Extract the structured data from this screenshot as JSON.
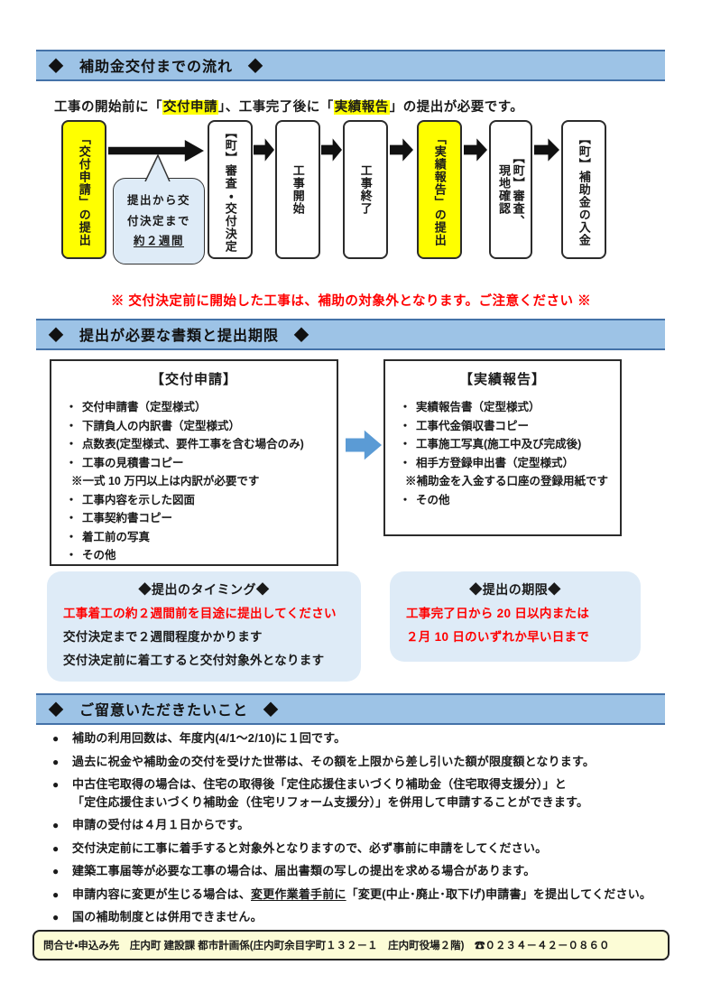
{
  "sections": {
    "flow_title": "◆　補助金交付までの流れ　◆",
    "documents_title": "◆　提出が必要な書類と提出期限　◆",
    "notes_title": "◆　ご留意いただきたいこと　◆"
  },
  "intro": {
    "pre": "工事の開始前に「",
    "highlight1": "交付申請",
    "mid": "」、工事完了後に「",
    "highlight2": "実績報告",
    "post": "」の提出が必要です。"
  },
  "flow": {
    "steps": [
      {
        "label": "「交付申請」の提出",
        "highlight": true
      },
      {
        "label": "【町】審査・交付決定",
        "highlight": false
      },
      {
        "label": "工事開始",
        "highlight": false
      },
      {
        "label": "工事終了",
        "highlight": false
      },
      {
        "label": "「実績報告」の提出",
        "highlight": true
      },
      {
        "label": "【町】審査、\n現地確認",
        "highlight": false
      },
      {
        "label": "【町】補助金の入金",
        "highlight": false
      }
    ],
    "callout": {
      "line1": "提出から交",
      "line2": "付決定まで",
      "line3": "約２週間"
    }
  },
  "warning": "※ 交付決定前に開始した工事は、補助の対象外となります。ご注意ください ※",
  "documents": {
    "application": {
      "title": "【交付申請】",
      "items": [
        {
          "marker": "・",
          "text": "交付申請書（定型様式）"
        },
        {
          "marker": "・",
          "text": "下請負人の内訳書（定型様式）"
        },
        {
          "marker": "・",
          "text": "点数表(定型様式、要件工事を含む場合のみ)"
        },
        {
          "marker": "・",
          "text": "工事の見積書コピー"
        },
        {
          "marker": "",
          "text": "※一式 10 万円以上は内訳が必要です"
        },
        {
          "marker": "・",
          "text": "工事内容を示した図面"
        },
        {
          "marker": "・",
          "text": "工事契約書コピー"
        },
        {
          "marker": "・",
          "text": "着工前の写真"
        },
        {
          "marker": "・",
          "text": "その他"
        }
      ]
    },
    "report": {
      "title": "【実績報告】",
      "items": [
        {
          "marker": "・",
          "text": "実績報告書（定型様式）"
        },
        {
          "marker": "・",
          "text": "工事代金領収書コピー"
        },
        {
          "marker": "・",
          "text": "工事施工写真(施工中及び完成後)"
        },
        {
          "marker": "・",
          "text": "相手方登録申出書（定型様式）"
        },
        {
          "marker": "",
          "text": "※補助金を入金する口座の登録用紙です"
        },
        {
          "marker": "・",
          "text": "その他"
        }
      ]
    }
  },
  "timing": {
    "title": "◆提出のタイミング◆",
    "line1": "工事着工の約２週間前を目途に提出してください",
    "line2": "交付決定まで２週間程度かかります",
    "line3": "交付決定前に着工すると交付対象外となります"
  },
  "deadline": {
    "title": "◆提出の期限◆",
    "line1": "工事完了日から 20 日以内または",
    "line2": "２月 10 日のいずれか早い日まで"
  },
  "notes": [
    {
      "text": "補助の利用回数は、年度内(4/1～2/10)に１回です。"
    },
    {
      "text": "過去に祝金や補助金の交付を受けた世帯は、その額を上限から差し引いた額が限度額となります。"
    },
    {
      "text": "中古住宅取得の場合は、住宅の取得後「定住応援住まいづくり補助金（住宅取得支援分）」と\n「定住応援住まいづくり補助金（住宅リフォーム支援分）」を併用して申請することができます。"
    },
    {
      "text": "申請の受付は４月１日からです。"
    },
    {
      "text": "交付決定前に工事に着手すると対象外となりますので、必ず事前に申請をしてください。"
    },
    {
      "text": "建築工事届等が必要な工事の場合は、届出書類の写しの提出を求める場合があります。"
    },
    {
      "pre": "申請内容に変更が生じる場合は、",
      "underline": "変更作業着手前に",
      "post": "「変更(中止･廃止･取下げ)申請書」を提出してください。"
    },
    {
      "text": "国の補助制度とは併用できません。"
    }
  ],
  "footer": {
    "text": "問合せ・申込み先　庄内町 建設課 都市計画係(庄内町余目字町１３２－１　庄内町役場２階)　☎０２３４－４２－０８６０"
  },
  "colors": {
    "bar_bg": "#9DC3E6",
    "bar_border": "#4472A8",
    "highlight_yellow": "#FFFF00",
    "warning_red": "#FF0000",
    "arrow_blue": "#5B9BD5",
    "info_box_bg": "#DEEBF7",
    "footer_bg": "#FCFCD6"
  }
}
